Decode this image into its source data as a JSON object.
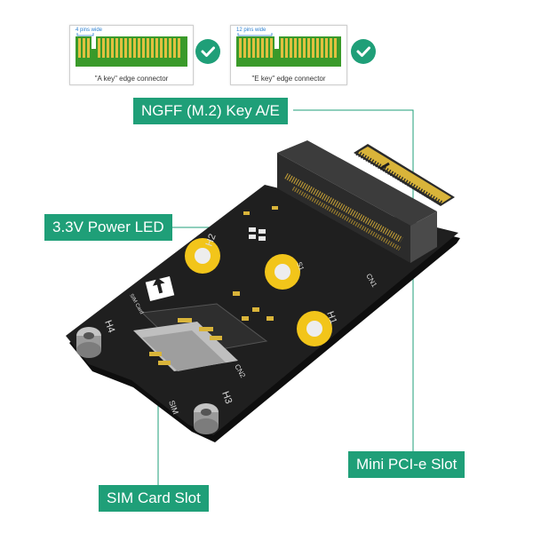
{
  "connectors": [
    {
      "pins_label": "4 pins wide",
      "caption": "\"A key\"  edge connector"
    },
    {
      "pins_label": "12 pins wide",
      "caption": "\"E key\"  edge connector"
    }
  ],
  "callouts": {
    "ngff": "NGFF (M.2) Key A/E",
    "power_led": "3.3V Power LED",
    "mini_pcie": "Mini PCI-e Slot",
    "sim_slot": "SIM Card Slot"
  },
  "board_labels": {
    "h1": "H1",
    "h2": "H2",
    "h3": "H3",
    "h4": "H4",
    "s1": "S1",
    "cn1": "CN1",
    "cn2": "CN2",
    "sim": "SIM",
    "sim_card": "SIM Card"
  },
  "colors": {
    "accent": "#1f9f78",
    "pcb": "#1e1e1e",
    "gold": "#d9b43a",
    "mounting_pad": "#f2c51a",
    "connector_green": "#3a9a2a"
  }
}
